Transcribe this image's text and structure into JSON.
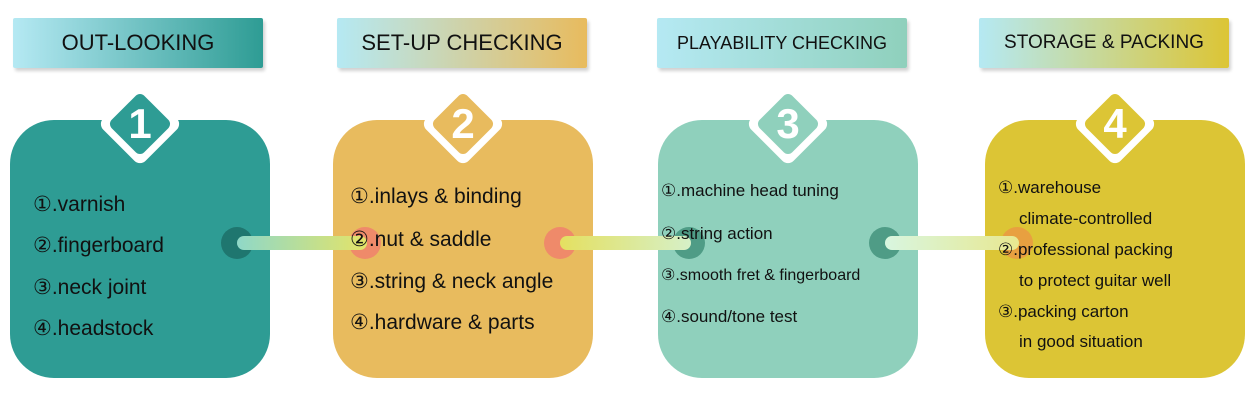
{
  "colors": {
    "teal": "#2e9c94",
    "orange": "#e8bb5e",
    "mint": "#8fd0bc",
    "mustard": "#dcc535"
  },
  "steps": [
    {
      "number": "1",
      "title": "OUT-LOOKING",
      "items": [
        "①.varnish",
        "②.fingerboard",
        "③.neck joint",
        "④.headstock"
      ]
    },
    {
      "number": "2",
      "title": "SET-UP CHECKING",
      "items": [
        "①.inlays & binding",
        "②.nut & saddle",
        "③.string & neck angle",
        "④.hardware & parts"
      ]
    },
    {
      "number": "3",
      "title": "PLAYABILITY CHECKING",
      "items": [
        "①.machine head tuning",
        "②.string action",
        "③.smooth fret & fingerboard",
        "④.sound/tone test"
      ]
    },
    {
      "number": "4",
      "title": "STORAGE & PACKING",
      "items": [
        "①.warehouse",
        "climate-controlled",
        "②.professional packing",
        "to protect guitar well",
        "③.packing carton",
        "in good situation"
      ]
    }
  ]
}
